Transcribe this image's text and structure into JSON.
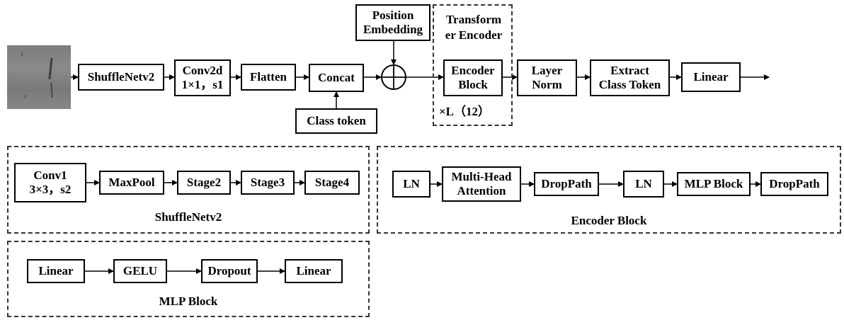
{
  "main_flow": {
    "shufflenet": "ShuffleNetv2",
    "conv2d_line1": "Conv2d",
    "conv2d_line2": "1×1，s1",
    "flatten": "Flatten",
    "concat": "Concat",
    "class_token": "Class token",
    "position_line1": "Position",
    "position_line2": "Embedding",
    "transformer_line1": "Transform",
    "transformer_line2": "er Encoder",
    "encoder_block_line1": "Encoder",
    "encoder_block_line2": "Block",
    "repeat": "×L（12）",
    "layer_norm_line1": "Layer",
    "layer_norm_line2": "Norm",
    "extract_line1": "Extract",
    "extract_line2": "Class Token",
    "linear": "Linear"
  },
  "shufflenet_panel": {
    "conv1_line1": "Conv1",
    "conv1_line2": "3×3，s2",
    "maxpool": "MaxPool",
    "stage2": "Stage2",
    "stage3": "Stage3",
    "stage4": "Stage4",
    "caption": "ShuffleNetv2"
  },
  "encoder_panel": {
    "ln1": "LN",
    "mha_line1": "Multi-Head",
    "mha_line2": "Attention",
    "droppath1": "DropPath",
    "ln2": "LN",
    "mlp_block": "MLP Block",
    "droppath2": "DropPath",
    "caption": "Encoder Block"
  },
  "mlp_panel": {
    "linear1": "Linear",
    "gelu": "GELU",
    "dropout": "Dropout",
    "linear2": "Linear",
    "caption": "MLP Block"
  }
}
